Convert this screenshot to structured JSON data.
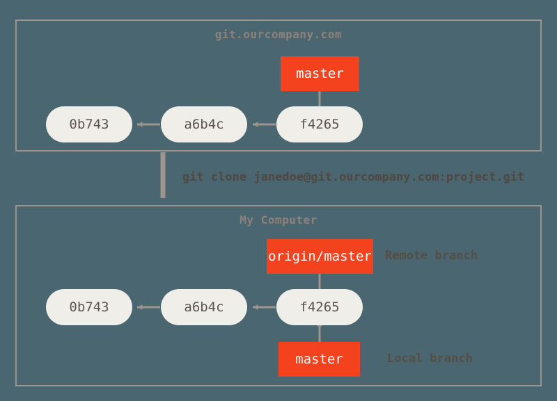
{
  "diagram": {
    "title": "git clone workflow",
    "background_color": "#4a6670",
    "panel_border_color": "#9d958d",
    "commit_fill_color": "#f0eee8",
    "commit_text_color": "#5c544c",
    "branch_fill_color": "#f4411e",
    "branch_text_color": "#ffffff",
    "arrow_color": "#9d958d",
    "panel_title_color": "#8d8279",
    "annotation_color": "#554e46"
  },
  "server_panel": {
    "title": "git.ourcompany.com",
    "commits": [
      {
        "id": "0b743"
      },
      {
        "id": "a6b4c"
      },
      {
        "id": "f4265"
      }
    ],
    "branches": [
      {
        "label": "master",
        "points_to": "f4265"
      }
    ]
  },
  "clone_command": {
    "text": "git clone janedoe@git.ourcompany.com:project.git"
  },
  "local_panel": {
    "title": "My Computer",
    "commits": [
      {
        "id": "0b743"
      },
      {
        "id": "a6b4c"
      },
      {
        "id": "f4265"
      }
    ],
    "branches": [
      {
        "label": "origin/master",
        "points_to": "f4265",
        "annotation": "Remote branch"
      },
      {
        "label": "master",
        "points_to": "f4265",
        "annotation": "Local branch"
      }
    ]
  },
  "annotations": {
    "remote_branch": "Remote branch",
    "local_branch": "Local branch"
  }
}
